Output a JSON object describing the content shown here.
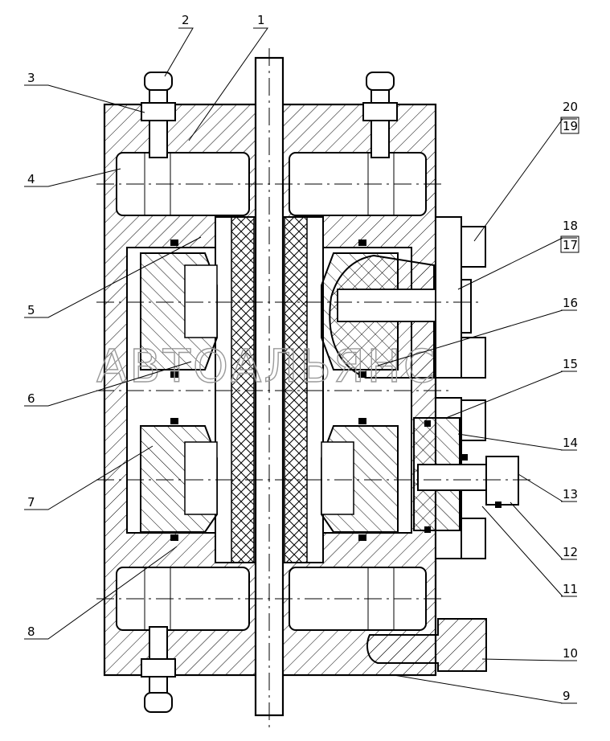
{
  "drawing": {
    "watermark": "АВТОАЛЬЯНС",
    "left_callouts": [
      "3",
      "4",
      "5",
      "6",
      "7",
      "8"
    ],
    "top_callouts": [
      "2",
      "1"
    ],
    "right_callouts": [
      "20",
      "19",
      "18",
      "17",
      "16",
      "15",
      "14",
      "13",
      "12",
      "11",
      "10",
      "9"
    ]
  }
}
